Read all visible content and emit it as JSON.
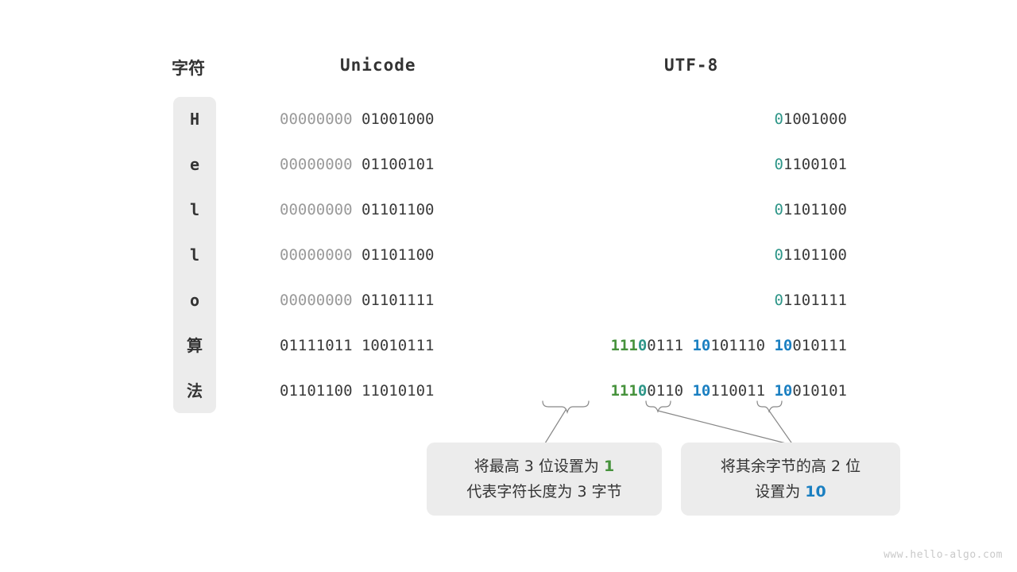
{
  "figure": {
    "watermark": "www.hello-algo.com"
  },
  "colors": {
    "teal": "#2e9688",
    "green": "#46923c",
    "blue": "#1a7fc1",
    "dark": "#3b3b3b",
    "dim": "#9a9a9a",
    "chip_bg": "#ececec",
    "page_bg": "#ffffff"
  },
  "headers": {
    "character": "字符",
    "unicode": "Unicode",
    "utf8": "UTF-8"
  },
  "rows": [
    {
      "character": "H",
      "unicode_dim": "00000000",
      "unicode_dark": "01001000",
      "utf8_bytes": [
        {
          "prefix": "0",
          "prefix_style": "teal",
          "rest": "1001000"
        }
      ]
    },
    {
      "character": "e",
      "unicode_dim": "00000000",
      "unicode_dark": "01100101",
      "utf8_bytes": [
        {
          "prefix": "0",
          "prefix_style": "teal",
          "rest": "1100101"
        }
      ]
    },
    {
      "character": "l",
      "unicode_dim": "00000000",
      "unicode_dark": "01101100",
      "utf8_bytes": [
        {
          "prefix": "0",
          "prefix_style": "teal",
          "rest": "1101100"
        }
      ]
    },
    {
      "character": "l",
      "unicode_dim": "00000000",
      "unicode_dark": "01101100",
      "utf8_bytes": [
        {
          "prefix": "0",
          "prefix_style": "teal",
          "rest": "1101100"
        }
      ]
    },
    {
      "character": "o",
      "unicode_dim": "00000000",
      "unicode_dark": "01101111",
      "utf8_bytes": [
        {
          "prefix": "0",
          "prefix_style": "teal",
          "rest": "1101111"
        }
      ]
    },
    {
      "character": "算",
      "unicode_dim": "",
      "unicode_dark": "01111011 10010111",
      "utf8_bytes": [
        {
          "prefix": "111",
          "prefix_style": "green",
          "marker": "0",
          "marker_style": "tealb",
          "rest": "0111"
        },
        {
          "prefix": "10",
          "prefix_style": "blue",
          "rest": "101110"
        },
        {
          "prefix": "10",
          "prefix_style": "blue",
          "rest": "010111"
        }
      ]
    },
    {
      "character": "法",
      "unicode_dim": "",
      "unicode_dark": "01101100 11010101",
      "utf8_bytes": [
        {
          "prefix": "111",
          "prefix_style": "green",
          "marker": "0",
          "marker_style": "tealb",
          "rest": "0110"
        },
        {
          "prefix": "10",
          "prefix_style": "blue",
          "rest": "110011"
        },
        {
          "prefix": "10",
          "prefix_style": "blue",
          "rest": "010101"
        }
      ]
    }
  ],
  "callouts": [
    {
      "line1_pre": "将最高 3 位设置为 ",
      "line1_kw": "1",
      "line1_kw_style": "kw-green",
      "line1_post": "",
      "line2_pre": "代表字符长度为 3 字节",
      "line2_kw": "",
      "line2_post": ""
    },
    {
      "line1_pre": "将其余字节的高 2 位",
      "line1_kw": "",
      "line1_kw_style": "kw-blue",
      "line1_post": "",
      "line2_pre": "设置为 ",
      "line2_kw": "10",
      "line2_post": ""
    }
  ]
}
